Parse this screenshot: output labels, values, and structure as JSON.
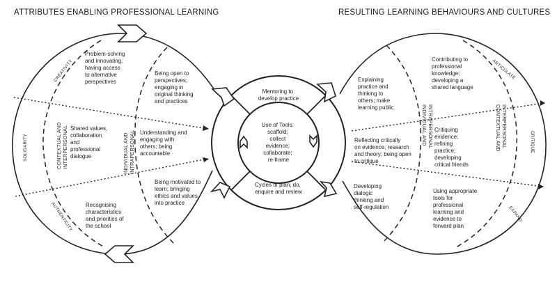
{
  "headings": {
    "left": "ATTRIBUTES ENABLING PROFESSIONAL LEARNING",
    "right": "RESULTING LEARNING BEHAVIOURS AND CULTURES"
  },
  "left_loop": {
    "sector_labels": {
      "creativity": "CREATIVITY",
      "solidarity": "SOLIDARITY",
      "authenticity": "AUTHENTICITY"
    },
    "band_labels": {
      "contextual": [
        "CONTEXTUAL AND",
        "INTERPERSONAL"
      ],
      "individual": [
        "INDIVIDUAL AND",
        "INTRAPERSONAL"
      ]
    },
    "outer_texts": {
      "top": [
        "Problem-solving",
        "and innovating;",
        "having access",
        "to alternative",
        "perspectives"
      ],
      "middle": [
        "Shared values,",
        "collaboration",
        "and",
        "professional",
        "dialogue"
      ],
      "bottom": [
        "Recognising",
        "characteristics",
        "and priorities of",
        "the school"
      ]
    },
    "inner_texts": {
      "top": [
        "Being open to",
        "perspectives;",
        "engaging in",
        "original thinking",
        "and practices"
      ],
      "middle": [
        "Understanding and",
        "engaging with",
        "others; being",
        "accountable"
      ],
      "bottom": [
        "Being motivated to",
        "learn; bringing",
        "ethics and values",
        "into practice"
      ]
    }
  },
  "right_loop": {
    "sector_labels": {
      "articulate": "ARTICULATE",
      "critique": "CRITIQUE",
      "expand": "EXPAND"
    },
    "band_labels": {
      "individual": [
        "INDIVIDUAL AND",
        "INTRAPERSONAL"
      ],
      "contextual": [
        "CONTEXTUAL AND",
        "INTERPERSONAL"
      ]
    },
    "inner_texts": {
      "top": [
        "Explaining",
        "practice and",
        "thinking to",
        "others; make",
        "learning public"
      ],
      "middle": [
        "Reflecting critically",
        "on evidence, research",
        "and theory; being open",
        "to critique"
      ],
      "bottom": [
        "Developing",
        "dialogic",
        "thinking and",
        "self-regulation"
      ]
    },
    "outer_texts": {
      "top": [
        "Contributing to",
        "professional",
        "knowledge;",
        "developing a",
        "shared language"
      ],
      "middle": [
        "Critiquing",
        "evidence;",
        "refining",
        "practice;",
        "developing",
        "critical friends"
      ],
      "bottom": [
        "Using appropriate",
        "tools for",
        "professional",
        "learning and",
        "evidence to",
        "forward plan"
      ]
    }
  },
  "hub": {
    "top": [
      "Mentoring to",
      "develop practice"
    ],
    "center": [
      "Use of Tools:",
      "scaffold;",
      "collect",
      "evidence;",
      "collaborate;",
      "re-frame"
    ],
    "bottom": [
      "Cycles of plan, do,",
      "enquire and review"
    ]
  }
}
